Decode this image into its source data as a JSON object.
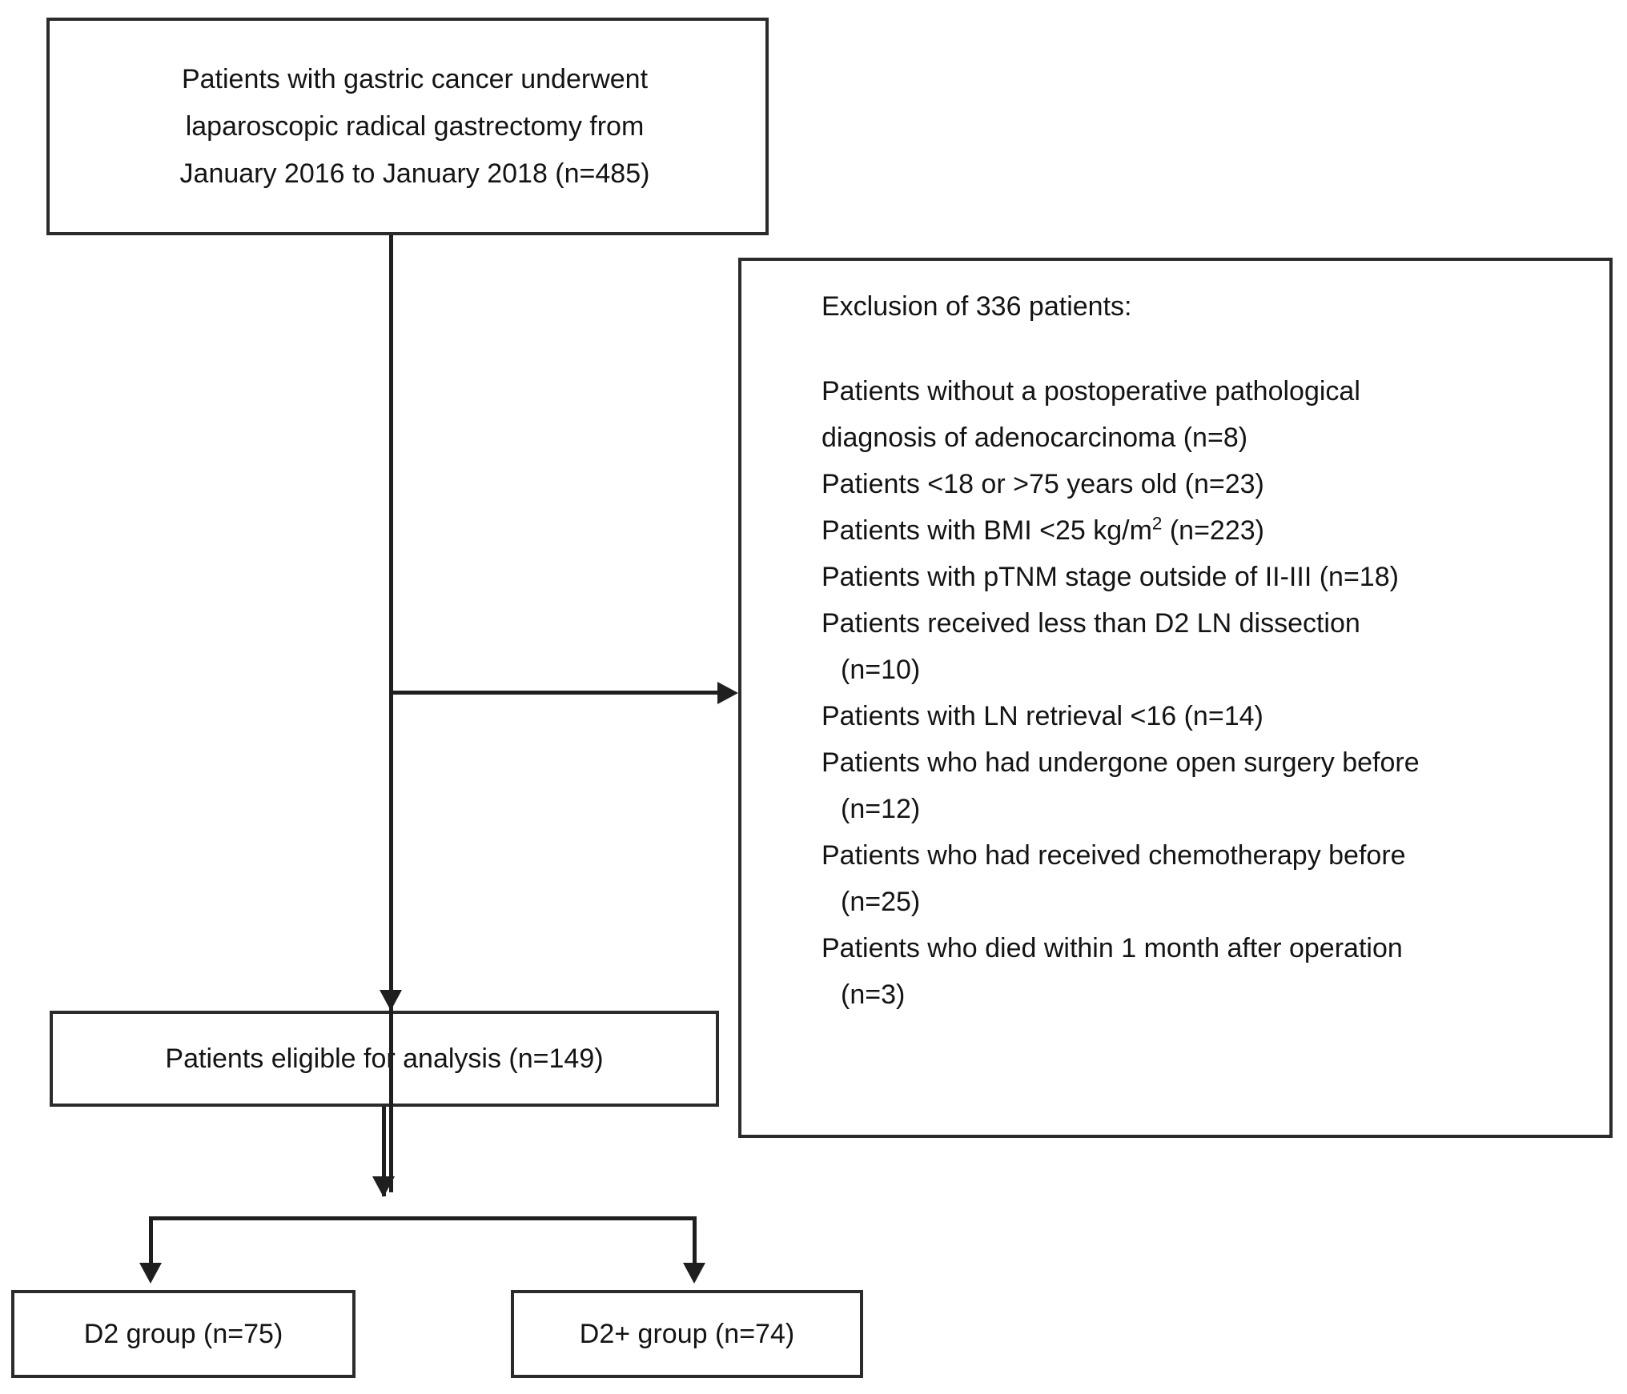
{
  "figure": {
    "type": "patient-selection-flowchart",
    "background_color": "#ffffff",
    "line_color": "#1f1f1f",
    "box_border_color": "#2b2b2b"
  },
  "enrollment_box": {
    "lines": [
      "Patients with gastric cancer underwent",
      "laparoscopic radical gastrectomy from",
      "January 2016 to January 2018 (n=485)"
    ]
  },
  "exclusion_box": {
    "heading": "Exclusion of 336 patients:",
    "items": [
      {
        "text": "Patients without a postoperative pathological",
        "continuation": false
      },
      {
        "text": "diagnosis of adenocarcinoma (n=8)",
        "continuation": false
      },
      {
        "text": "Patients <18 or >75 years old (n=23)",
        "continuation": false
      },
      {
        "text": "Patients with BMI <25 kg/m",
        "superscript": "2",
        "text_after": " (n=223)",
        "continuation": false
      },
      {
        "text": "Patients with pTNM stage outside of II-III (n=18)",
        "continuation": false
      },
      {
        "text": "Patients received less than D2 LN dissection",
        "continuation": false
      },
      {
        "text": "(n=10)",
        "continuation": true
      },
      {
        "text": "Patients with LN retrieval <16 (n=14)",
        "continuation": false
      },
      {
        "text": "Patients who had undergone open surgery before",
        "continuation": false
      },
      {
        "text": "(n=12)",
        "continuation": true
      },
      {
        "text": "Patients who had received chemotherapy before",
        "continuation": false
      },
      {
        "text": "(n=25)",
        "continuation": true
      },
      {
        "text": "Patients who died within 1 month after operation",
        "continuation": false
      },
      {
        "text": "(n=3)",
        "continuation": true
      }
    ]
  },
  "eligible_box": {
    "label": "Patients eligible for analysis (n=149)"
  },
  "group_boxes": [
    {
      "label": "D2 group (n=75)"
    },
    {
      "label": "D2+ group (n=74)"
    }
  ],
  "counts": {
    "screened": 485,
    "excluded": 336,
    "eligible": 149,
    "d2_group": 75,
    "d2plus_group": 74
  }
}
